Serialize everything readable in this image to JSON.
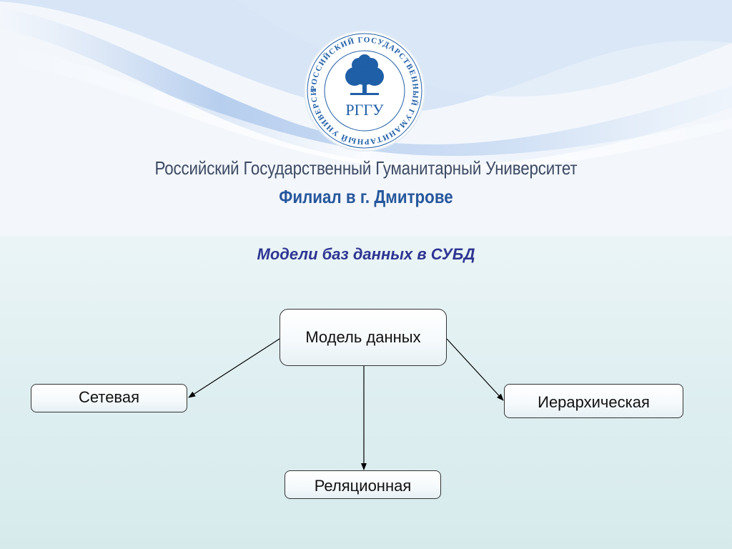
{
  "header": {
    "seal": {
      "ring_text": "РОССИЙСКИЙ ГОСУДАРСТВЕННЫЙ ГУМАНИТАРНЫЙ УНИВЕРСИТЕТ",
      "monogram": "РГГУ"
    },
    "university_name": "Российский Государственный Гуманитарный Университет",
    "branch_name": "Филиал в г. Дмитрове"
  },
  "slide": {
    "title": "Модели баз данных в СУБД"
  },
  "diagram": {
    "root": "Модель данных",
    "children": {
      "network": "Сетевая",
      "relational": "Реляционная",
      "hierarchical": "Иерархическая"
    }
  },
  "colors": {
    "title": "#2e3592",
    "branch": "#26579c",
    "seal_blue": "#1f5fa8"
  }
}
